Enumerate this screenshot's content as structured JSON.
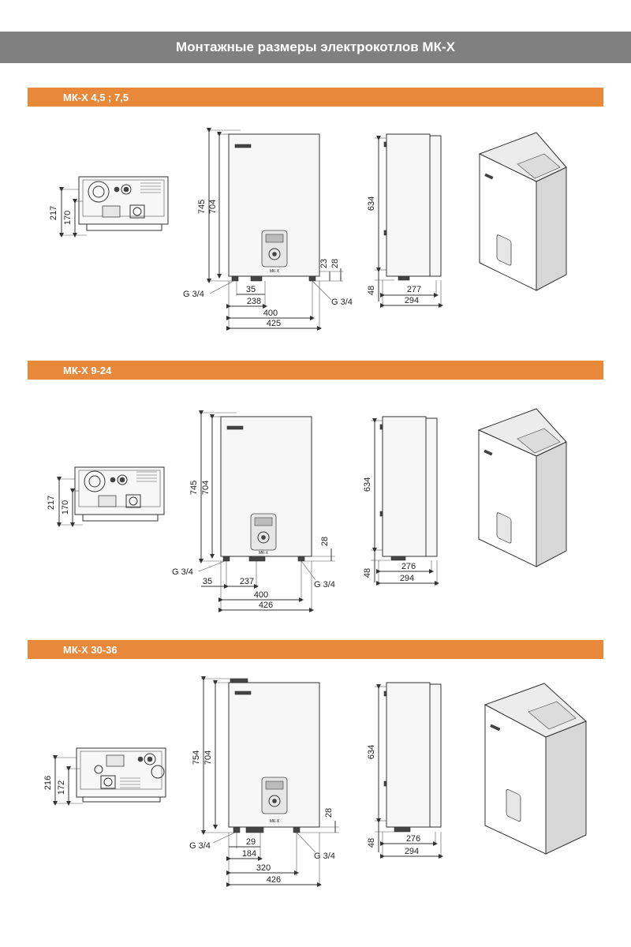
{
  "title": "Монтажные размеры электрокотлов МК-Х",
  "colors": {
    "title_bg": "#808080",
    "section_bg": "#e8883a"
  },
  "sections": [
    {
      "label": "МК-Х 4,5 ; 7,5",
      "dims": {
        "bottom_h_total": "217",
        "bottom_h_inner": "170",
        "front_h_total": "745",
        "front_h_inner": "704",
        "front_a": "23",
        "front_b": "28",
        "thread_left": "G 3/4",
        "thread_right": "G 3/4",
        "w1": "35",
        "w2": "238",
        "w3": "400",
        "w4": "425",
        "side_h": "634",
        "side_bottom": "48",
        "side_d1": "277",
        "side_d2": "294"
      },
      "device_label": "МК-Х"
    },
    {
      "label": "МК-Х  9-24",
      "dims": {
        "bottom_h_total": "217",
        "bottom_h_inner": "170",
        "front_h_total": "745",
        "front_h_inner": "704",
        "front_b": "28",
        "thread_left": "G 3/4",
        "thread_right": "G 3/4",
        "w1": "35",
        "w2": "237",
        "w3": "400",
        "w4": "426",
        "side_h": "634",
        "side_bottom": "48",
        "side_d1": "276",
        "side_d2": "294"
      },
      "device_label": "МК-Х"
    },
    {
      "label": "МК-Х  30-36",
      "dims": {
        "bottom_h_total": "216",
        "bottom_h_inner": "172",
        "front_h_total": "754",
        "front_h_inner": "704",
        "front_b": "28",
        "thread_left": "G 3/4",
        "thread_right": "G 3/4",
        "w1": "29",
        "w2": "184",
        "w3": "320",
        "w4": "426",
        "side_h": "634",
        "side_bottom": "48",
        "side_d1": "276",
        "side_d2": "294"
      },
      "device_label": "МК-Х"
    }
  ]
}
